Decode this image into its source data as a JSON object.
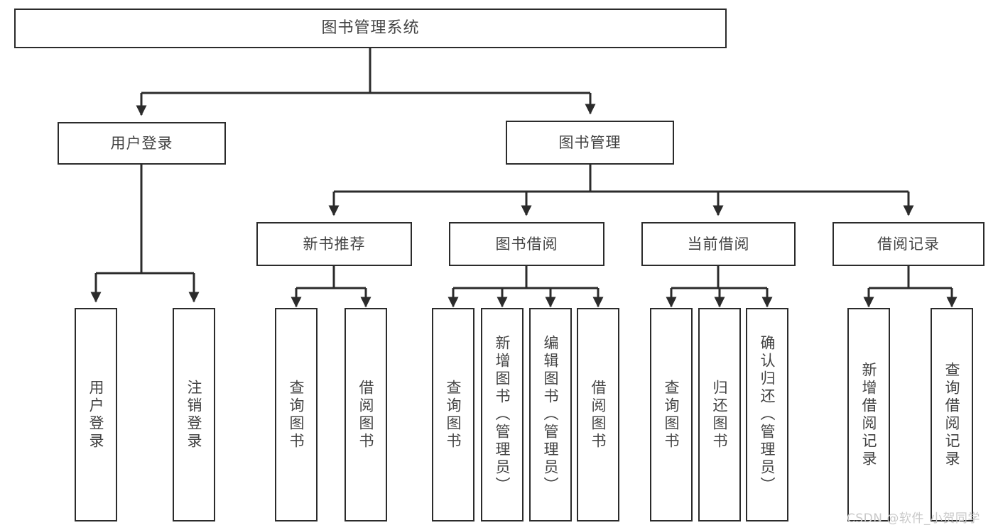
{
  "diagram": {
    "title": "图书管理系统",
    "type": "tree-hierarchy-chart",
    "background_color": "#ffffff",
    "border_color": "#2b2b2b",
    "text_color": "#434343",
    "nodes": {
      "root": {
        "label": "图书管理系统"
      },
      "level2": [
        {
          "label": "用户登录"
        },
        {
          "label": "图书管理"
        }
      ],
      "level3": [
        {
          "label": "新书推荐"
        },
        {
          "label": "图书借阅"
        },
        {
          "label": "当前借阅"
        },
        {
          "label": "借阅记录"
        }
      ],
      "leaves": {
        "user_login": [
          {
            "label": "用户登录"
          },
          {
            "label": "注销登录"
          }
        ],
        "new_book_recommend": [
          {
            "label": "查询图书"
          },
          {
            "label": "借阅图书"
          }
        ],
        "book_borrow": [
          {
            "label": "查询图书"
          },
          {
            "label": "新增图书（管理员）"
          },
          {
            "label": "编辑图书（管理员）"
          },
          {
            "label": "借阅图书"
          }
        ],
        "current_borrow": [
          {
            "label": "查询图书"
          },
          {
            "label": "归还图书"
          },
          {
            "label": "确认归还（管理员）"
          }
        ],
        "borrow_record": [
          {
            "label": "新增借阅记录"
          },
          {
            "label": "查询借阅记录"
          }
        ]
      }
    },
    "watermark": "CSDN @软件_小贺同学"
  }
}
